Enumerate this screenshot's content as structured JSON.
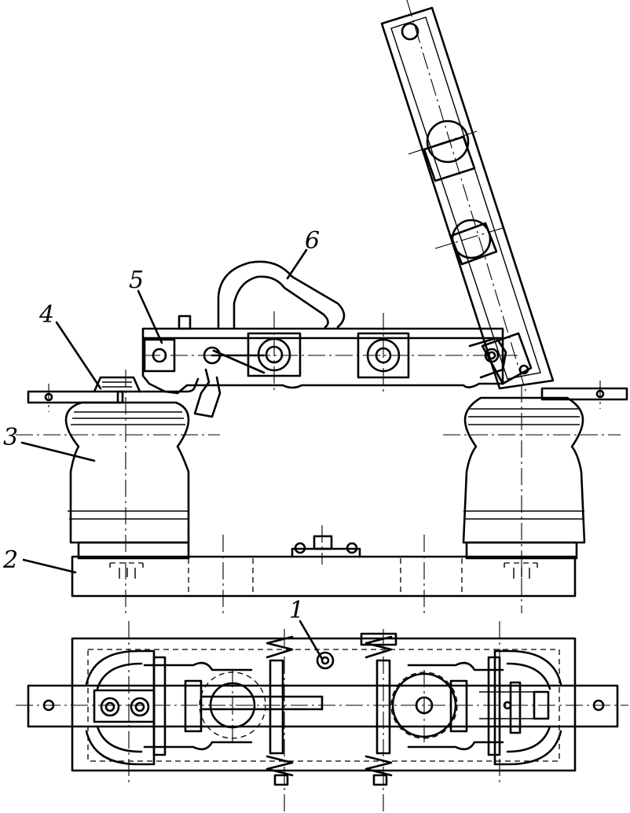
{
  "figure": {
    "callouts": [
      {
        "id": "1",
        "text": "1"
      },
      {
        "id": "2",
        "text": "2"
      },
      {
        "id": "3",
        "text": "3"
      },
      {
        "id": "4",
        "text": "4"
      },
      {
        "id": "5",
        "text": "5"
      },
      {
        "id": "6",
        "text": "6"
      }
    ],
    "views": [
      "side-view",
      "top-view"
    ],
    "line_color": "#000000",
    "background": "#ffffff"
  }
}
